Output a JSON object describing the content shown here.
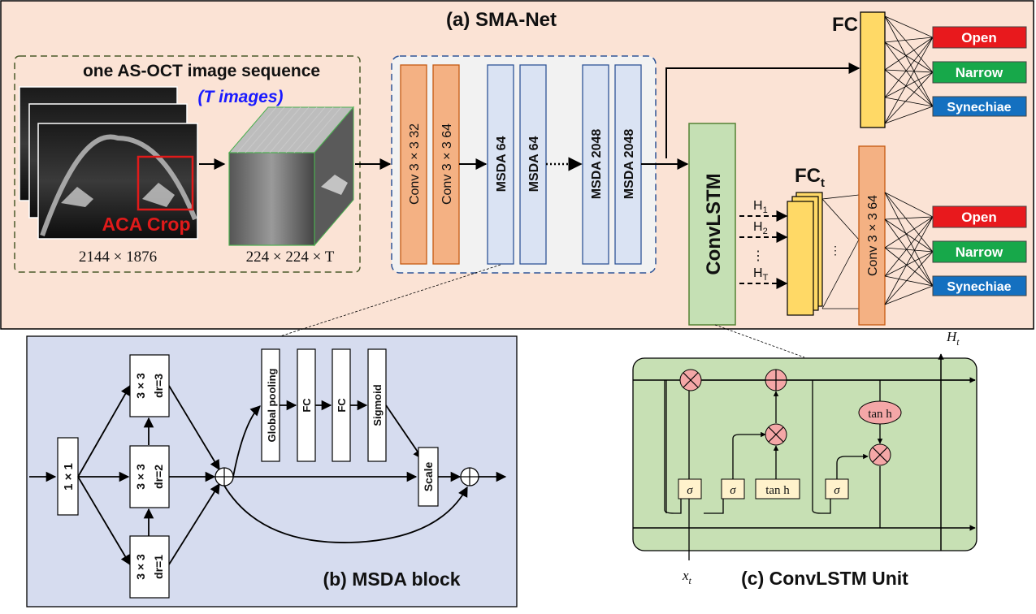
{
  "panel_a": {
    "title": "(a) SMA-Net",
    "input_group_label": "one AS-OCT image sequence",
    "t_images_label": "(T images)",
    "aca_crop_label": "ACA Crop",
    "input_size": "2144 × 1876",
    "crop_size": "224 × 224 × T",
    "layers": [
      "Conv 3 × 3  32",
      "Conv 3 × 3  64",
      "MSDA   64",
      "MSDA   64",
      "MSDA   2048",
      "MSDA   2048"
    ],
    "convlstm_label": "ConvLSTM",
    "fc_label": "FC",
    "fct_label": "FC",
    "fct_sub": "t",
    "conv_right_label": "Conv 3 × 3  64",
    "hidden_labels": [
      "H",
      "H",
      "H"
    ],
    "hidden_subs": [
      "1",
      "2",
      "T"
    ],
    "ellipsis": "⋮",
    "h_ellipsis": "...",
    "outputs_top": [
      "Open",
      "Narrow",
      "Synechiae"
    ],
    "outputs_bottom": [
      "Open",
      "Narrow",
      "Synechiae"
    ],
    "output_colors": [
      "#e8191d",
      "#17a84a",
      "#1470c0"
    ]
  },
  "panel_b": {
    "title": "(b) MSDA block",
    "conv1": "1 × 1",
    "dilated": [
      {
        "k": "3 × 3",
        "dr": "dr=3"
      },
      {
        "k": "3 × 3",
        "dr": "dr=2"
      },
      {
        "k": "3 × 3",
        "dr": "dr=1"
      }
    ],
    "attention": [
      "Global pooling",
      "FC",
      "FC",
      "Sigmoid"
    ],
    "scale": "Scale"
  },
  "panel_c": {
    "title": "(c) ConvLSTM Unit",
    "ht_label": "H",
    "ht_sub": "t",
    "xt_label": "x",
    "xt_sub": "t",
    "gates": [
      "σ",
      "σ",
      "tan h",
      "σ"
    ],
    "tanh_top": "tan h"
  },
  "colors": {
    "panel_a_bg": "#fbe3d5",
    "panel_b_bg": "#d6dcef",
    "panel_c_bg": "#c7e0b4",
    "conv_orange": "#f4b183",
    "msda_blue": "#dae3f3",
    "convlstm_green": "#c5e0b4",
    "fc_yellow": "#ffd966",
    "op_pink": "#f4a7a7"
  }
}
